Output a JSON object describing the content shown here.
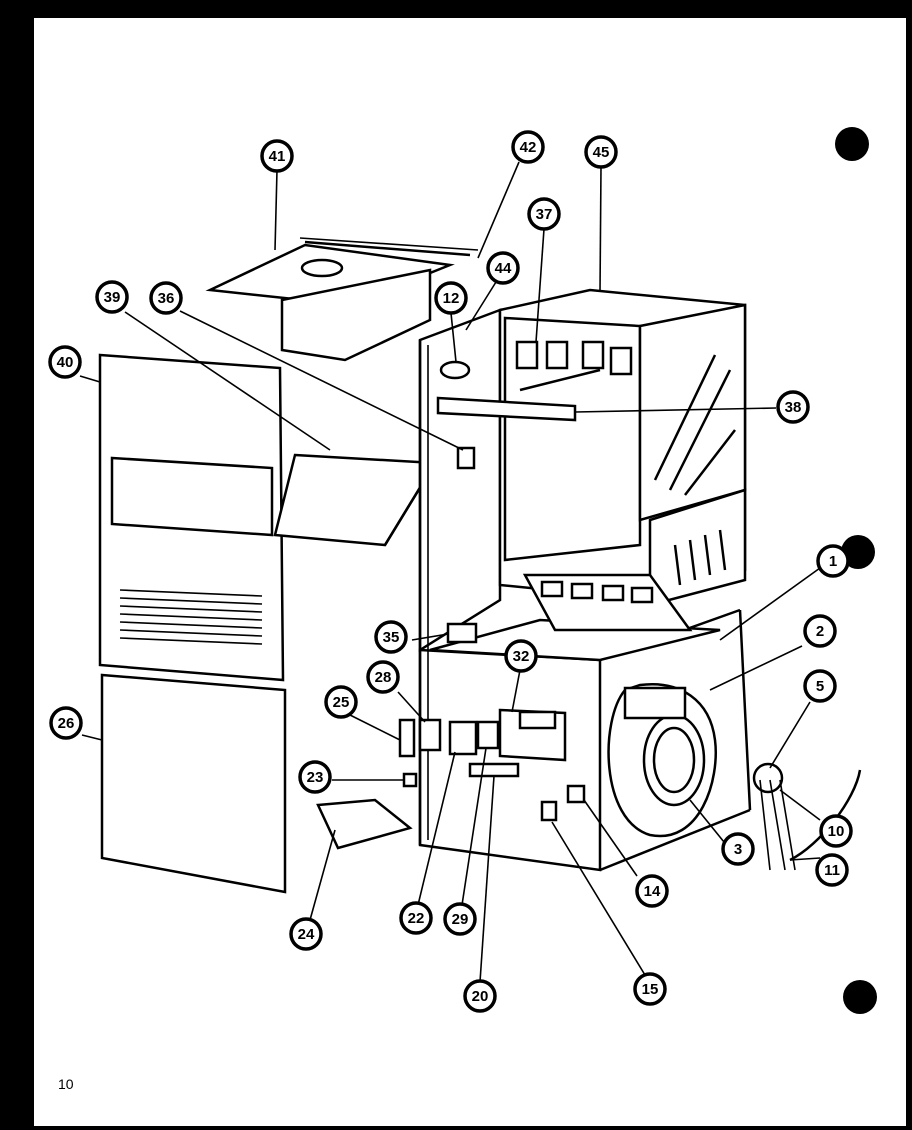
{
  "page_number": "10",
  "callouts": [
    {
      "id": "41",
      "label": "41"
    },
    {
      "id": "42",
      "label": "42"
    },
    {
      "id": "45",
      "label": "45"
    },
    {
      "id": "37",
      "label": "37"
    },
    {
      "id": "44",
      "label": "44"
    },
    {
      "id": "12",
      "label": "12"
    },
    {
      "id": "39",
      "label": "39"
    },
    {
      "id": "36",
      "label": "36"
    },
    {
      "id": "40",
      "label": "40"
    },
    {
      "id": "38",
      "label": "38"
    },
    {
      "id": "1",
      "label": "1"
    },
    {
      "id": "2",
      "label": "2"
    },
    {
      "id": "5",
      "label": "5"
    },
    {
      "id": "35",
      "label": "35"
    },
    {
      "id": "28",
      "label": "28"
    },
    {
      "id": "32",
      "label": "32"
    },
    {
      "id": "25",
      "label": "25"
    },
    {
      "id": "26",
      "label": "26"
    },
    {
      "id": "23",
      "label": "23"
    },
    {
      "id": "10",
      "label": "10"
    },
    {
      "id": "3",
      "label": "3"
    },
    {
      "id": "11",
      "label": "11"
    },
    {
      "id": "14",
      "label": "14"
    },
    {
      "id": "24",
      "label": "24"
    },
    {
      "id": "22",
      "label": "22"
    },
    {
      "id": "29",
      "label": "29"
    },
    {
      "id": "20",
      "label": "20"
    },
    {
      "id": "15",
      "label": "15"
    }
  ]
}
